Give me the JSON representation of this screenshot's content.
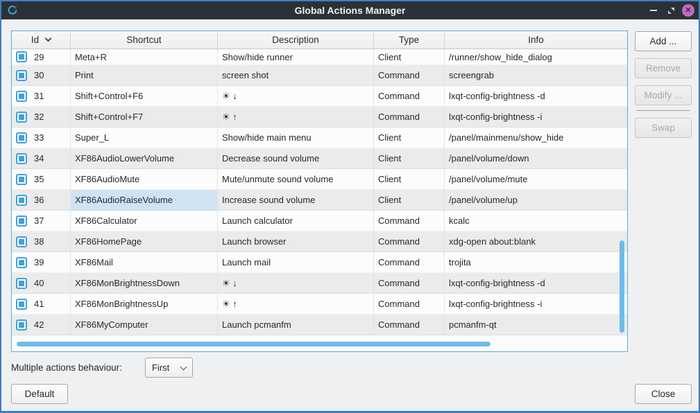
{
  "colors": {
    "window_border": "#3e7ec6",
    "titlebar_bg": "#2c3137",
    "accent_blue": "#3daee9",
    "checkbox_blue": "#40a1dc",
    "selected_cell_bg": "#cfe3f3",
    "scrollbar_thumb": "#6fbbe8",
    "row_alt_bg": "#ebebeb",
    "close_button_bg": "#c169c1"
  },
  "window": {
    "title": "Global Actions Manager",
    "close_glyph": "✕"
  },
  "table": {
    "columns": [
      {
        "key": "id",
        "label": "Id",
        "sorted": true
      },
      {
        "key": "shortcut",
        "label": "Shortcut"
      },
      {
        "key": "description",
        "label": "Description"
      },
      {
        "key": "type",
        "label": "Type"
      },
      {
        "key": "info",
        "label": "Info"
      }
    ],
    "rows": [
      {
        "id": "29",
        "checked": true,
        "shortcut": "Meta+R",
        "description": "Show/hide runner",
        "type": "Client",
        "info": "/runner/show_hide_dialog"
      },
      {
        "id": "30",
        "checked": true,
        "shortcut": "Print",
        "description": "screen shot",
        "type": "Command",
        "info": "screengrab"
      },
      {
        "id": "31",
        "checked": true,
        "shortcut": "Shift+Control+F6",
        "description": "☀ ↓",
        "type": "Command",
        "info": "lxqt-config-brightness -d"
      },
      {
        "id": "32",
        "checked": true,
        "shortcut": "Shift+Control+F7",
        "description": "☀ ↑",
        "type": "Command",
        "info": "lxqt-config-brightness -i"
      },
      {
        "id": "33",
        "checked": true,
        "shortcut": "Super_L",
        "description": "Show/hide main menu",
        "type": "Client",
        "info": "/panel/mainmenu/show_hide"
      },
      {
        "id": "34",
        "checked": true,
        "shortcut": "XF86AudioLowerVolume",
        "description": "Decrease sound volume",
        "type": "Client",
        "info": "/panel/volume/down"
      },
      {
        "id": "35",
        "checked": true,
        "shortcut": "XF86AudioMute",
        "description": "Mute/unmute sound volume",
        "type": "Client",
        "info": "/panel/volume/mute"
      },
      {
        "id": "36",
        "checked": true,
        "shortcut": "XF86AudioRaiseVolume",
        "description": "Increase sound volume",
        "type": "Client",
        "info": "/panel/volume/up",
        "selected_column": "shortcut"
      },
      {
        "id": "37",
        "checked": true,
        "shortcut": "XF86Calculator",
        "description": "Launch calculator",
        "type": "Command",
        "info": "kcalc"
      },
      {
        "id": "38",
        "checked": true,
        "shortcut": "XF86HomePage",
        "description": "Launch browser",
        "type": "Command",
        "info": "xdg-open about:blank"
      },
      {
        "id": "39",
        "checked": true,
        "shortcut": "XF86Mail",
        "description": "Launch mail",
        "type": "Command",
        "info": "trojita"
      },
      {
        "id": "40",
        "checked": true,
        "shortcut": "XF86MonBrightnessDown",
        "description": "☀ ↓",
        "type": "Command",
        "info": "lxqt-config-brightness -d"
      },
      {
        "id": "41",
        "checked": true,
        "shortcut": "XF86MonBrightnessUp",
        "description": "☀ ↑",
        "type": "Command",
        "info": "lxqt-config-brightness -i"
      },
      {
        "id": "42",
        "checked": true,
        "shortcut": "XF86MyComputer",
        "description": "Launch pcmanfm",
        "type": "Command",
        "info": "pcmanfm-qt"
      }
    ]
  },
  "side_panel": {
    "buttons": [
      {
        "label": "Add ...",
        "enabled": true
      },
      {
        "label": "Remove",
        "enabled": false
      },
      {
        "label": "Modify ...",
        "enabled": false
      },
      {
        "label": "Swap",
        "enabled": false
      }
    ]
  },
  "footer": {
    "behaviour_label": "Multiple actions behaviour:",
    "behaviour_value": "First",
    "default_label": "Default",
    "close_label": "Close"
  }
}
